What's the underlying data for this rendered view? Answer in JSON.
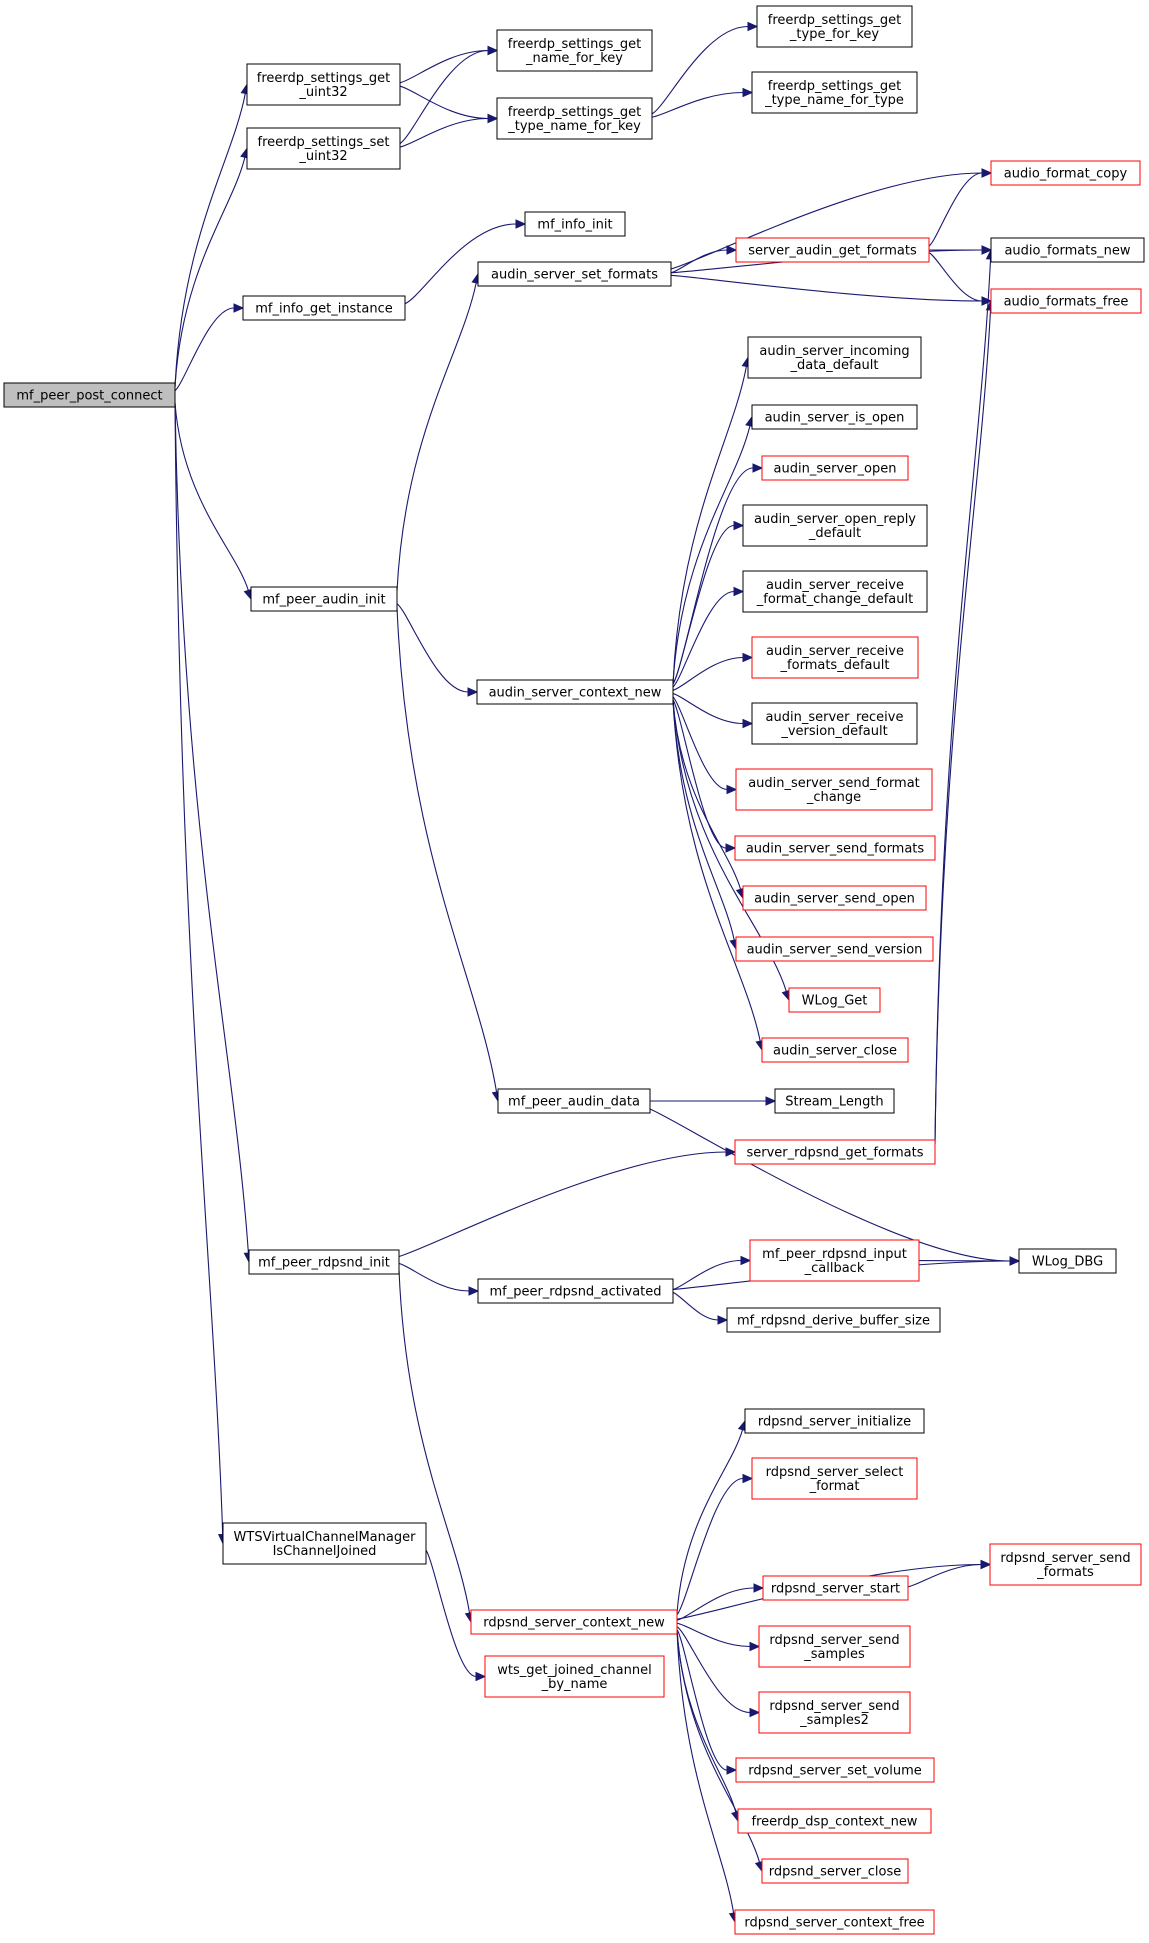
{
  "colors": {
    "edge": "#191970",
    "root_fill": "#bfbfbf",
    "normal_border": "#000000",
    "red_border": "#ff0000",
    "node_fill": "#ffffff"
  },
  "nodes": {
    "mf_peer_post_connect": {
      "lines": [
        "mf_peer_post_connect"
      ],
      "style": "root"
    },
    "freerdp_settings_get_uint32": {
      "lines": [
        "freerdp_settings_get",
        "_uint32"
      ],
      "style": "normal"
    },
    "freerdp_settings_set_uint32": {
      "lines": [
        "freerdp_settings_set",
        "_uint32"
      ],
      "style": "normal"
    },
    "freerdp_settings_get_name_for_key": {
      "lines": [
        "freerdp_settings_get",
        "_name_for_key"
      ],
      "style": "normal"
    },
    "freerdp_settings_get_type_name_for_key": {
      "lines": [
        "freerdp_settings_get",
        "_type_name_for_key"
      ],
      "style": "normal"
    },
    "freerdp_settings_get_type_for_key": {
      "lines": [
        "freerdp_settings_get",
        "_type_for_key"
      ],
      "style": "normal"
    },
    "freerdp_settings_get_type_name_for_type": {
      "lines": [
        "freerdp_settings_get",
        "_type_name_for_type"
      ],
      "style": "normal"
    },
    "mf_info_get_instance": {
      "lines": [
        "mf_info_get_instance"
      ],
      "style": "normal"
    },
    "mf_info_init": {
      "lines": [
        "mf_info_init"
      ],
      "style": "normal"
    },
    "audin_server_set_formats": {
      "lines": [
        "audin_server_set_formats"
      ],
      "style": "normal"
    },
    "server_audin_get_formats": {
      "lines": [
        "server_audin_get_formats"
      ],
      "style": "red"
    },
    "audio_format_copy": {
      "lines": [
        "audio_format_copy"
      ],
      "style": "red"
    },
    "audio_formats_new": {
      "lines": [
        "audio_formats_new"
      ],
      "style": "normal"
    },
    "audio_formats_free": {
      "lines": [
        "audio_formats_free"
      ],
      "style": "red"
    },
    "mf_peer_audin_init": {
      "lines": [
        "mf_peer_audin_init"
      ],
      "style": "normal"
    },
    "audin_server_context_new": {
      "lines": [
        "audin_server_context_new"
      ],
      "style": "normal"
    },
    "audin_server_incoming_data_default": {
      "lines": [
        "audin_server_incoming",
        "_data_default"
      ],
      "style": "normal"
    },
    "audin_server_is_open": {
      "lines": [
        "audin_server_is_open"
      ],
      "style": "normal"
    },
    "audin_server_open": {
      "lines": [
        "audin_server_open"
      ],
      "style": "red"
    },
    "audin_server_open_reply_default": {
      "lines": [
        "audin_server_open_reply",
        "_default"
      ],
      "style": "normal"
    },
    "audin_server_receive_format_change_default": {
      "lines": [
        "audin_server_receive",
        "_format_change_default"
      ],
      "style": "normal"
    },
    "audin_server_receive_formats_default": {
      "lines": [
        "audin_server_receive",
        "_formats_default"
      ],
      "style": "red"
    },
    "audin_server_receive_version_default": {
      "lines": [
        "audin_server_receive",
        "_version_default"
      ],
      "style": "normal"
    },
    "audin_server_send_format_change": {
      "lines": [
        "audin_server_send_format",
        "_change"
      ],
      "style": "red"
    },
    "audin_server_send_formats": {
      "lines": [
        "audin_server_send_formats"
      ],
      "style": "red"
    },
    "audin_server_send_open": {
      "lines": [
        "audin_server_send_open"
      ],
      "style": "red"
    },
    "audin_server_send_version": {
      "lines": [
        "audin_server_send_version"
      ],
      "style": "red"
    },
    "WLog_Get": {
      "lines": [
        "WLog_Get"
      ],
      "style": "red"
    },
    "audin_server_close": {
      "lines": [
        "audin_server_close"
      ],
      "style": "red"
    },
    "mf_peer_audin_data": {
      "lines": [
        "mf_peer_audin_data"
      ],
      "style": "normal"
    },
    "Stream_Length": {
      "lines": [
        "Stream_Length"
      ],
      "style": "normal"
    },
    "server_rdpsnd_get_formats": {
      "lines": [
        "server_rdpsnd_get_formats"
      ],
      "style": "red"
    },
    "WLog_DBG": {
      "lines": [
        "WLog_DBG"
      ],
      "style": "normal"
    },
    "mf_peer_rdpsnd_init": {
      "lines": [
        "mf_peer_rdpsnd_init"
      ],
      "style": "normal"
    },
    "mf_peer_rdpsnd_activated": {
      "lines": [
        "mf_peer_rdpsnd_activated"
      ],
      "style": "normal"
    },
    "mf_peer_rdpsnd_input_callback": {
      "lines": [
        "mf_peer_rdpsnd_input",
        "_callback"
      ],
      "style": "red"
    },
    "mf_rdpsnd_derive_buffer_size": {
      "lines": [
        "mf_rdpsnd_derive_buffer_size"
      ],
      "style": "normal"
    },
    "WTSVirtualChannelManagerIsChannelJoined": {
      "lines": [
        "WTSVirtualChannelManager",
        "IsChannelJoined"
      ],
      "style": "normal"
    },
    "wts_get_joined_channel_by_name": {
      "lines": [
        "wts_get_joined_channel",
        "_by_name"
      ],
      "style": "red"
    },
    "rdpsnd_server_context_new": {
      "lines": [
        "rdpsnd_server_context_new"
      ],
      "style": "red"
    },
    "rdpsnd_server_initialize": {
      "lines": [
        "rdpsnd_server_initialize"
      ],
      "style": "normal"
    },
    "rdpsnd_server_select_format": {
      "lines": [
        "rdpsnd_server_select",
        "_format"
      ],
      "style": "red"
    },
    "rdpsnd_server_send_formats": {
      "lines": [
        "rdpsnd_server_send",
        "_formats"
      ],
      "style": "red"
    },
    "rdpsnd_server_start": {
      "lines": [
        "rdpsnd_server_start"
      ],
      "style": "red"
    },
    "rdpsnd_server_send_samples": {
      "lines": [
        "rdpsnd_server_send",
        "_samples"
      ],
      "style": "red"
    },
    "rdpsnd_server_send_samples2": {
      "lines": [
        "rdpsnd_server_send",
        "_samples2"
      ],
      "style": "red"
    },
    "rdpsnd_server_set_volume": {
      "lines": [
        "rdpsnd_server_set_volume"
      ],
      "style": "red"
    },
    "freerdp_dsp_context_new": {
      "lines": [
        "freerdp_dsp_context_new"
      ],
      "style": "red"
    },
    "rdpsnd_server_close": {
      "lines": [
        "rdpsnd_server_close"
      ],
      "style": "red"
    },
    "rdpsnd_server_context_free": {
      "lines": [
        "rdpsnd_server_context_free"
      ],
      "style": "red"
    }
  },
  "edges": [
    [
      "mf_peer_post_connect",
      "freerdp_settings_get_uint32"
    ],
    [
      "mf_peer_post_connect",
      "freerdp_settings_set_uint32"
    ],
    [
      "mf_peer_post_connect",
      "mf_info_get_instance"
    ],
    [
      "mf_peer_post_connect",
      "mf_peer_audin_init"
    ],
    [
      "mf_peer_post_connect",
      "mf_peer_rdpsnd_init"
    ],
    [
      "mf_peer_post_connect",
      "WTSVirtualChannelManagerIsChannelJoined"
    ],
    [
      "freerdp_settings_get_uint32",
      "freerdp_settings_get_name_for_key"
    ],
    [
      "freerdp_settings_get_uint32",
      "freerdp_settings_get_type_name_for_key"
    ],
    [
      "freerdp_settings_set_uint32",
      "freerdp_settings_get_name_for_key"
    ],
    [
      "freerdp_settings_set_uint32",
      "freerdp_settings_get_type_name_for_key"
    ],
    [
      "freerdp_settings_get_type_name_for_key",
      "freerdp_settings_get_type_for_key"
    ],
    [
      "freerdp_settings_get_type_name_for_key",
      "freerdp_settings_get_type_name_for_type"
    ],
    [
      "mf_info_get_instance",
      "mf_info_init"
    ],
    [
      "mf_peer_audin_init",
      "audin_server_set_formats"
    ],
    [
      "mf_peer_audin_init",
      "audin_server_context_new"
    ],
    [
      "mf_peer_audin_init",
      "mf_peer_audin_data"
    ],
    [
      "audin_server_set_formats",
      "audio_format_copy"
    ],
    [
      "audin_server_set_formats",
      "audio_formats_new"
    ],
    [
      "audin_server_set_formats",
      "server_audin_get_formats"
    ],
    [
      "audin_server_set_formats",
      "audio_formats_free"
    ],
    [
      "server_audin_get_formats",
      "audio_format_copy"
    ],
    [
      "server_audin_get_formats",
      "audio_formats_new"
    ],
    [
      "server_audin_get_formats",
      "audio_formats_free"
    ],
    [
      "audin_server_context_new",
      "audin_server_incoming_data_default"
    ],
    [
      "audin_server_context_new",
      "audin_server_is_open"
    ],
    [
      "audin_server_context_new",
      "audin_server_open"
    ],
    [
      "audin_server_context_new",
      "audin_server_open_reply_default"
    ],
    [
      "audin_server_context_new",
      "audin_server_receive_format_change_default"
    ],
    [
      "audin_server_context_new",
      "audin_server_receive_formats_default"
    ],
    [
      "audin_server_context_new",
      "audin_server_receive_version_default"
    ],
    [
      "audin_server_context_new",
      "audin_server_send_format_change"
    ],
    [
      "audin_server_context_new",
      "audin_server_send_formats"
    ],
    [
      "audin_server_context_new",
      "audin_server_send_open"
    ],
    [
      "audin_server_context_new",
      "audin_server_send_version"
    ],
    [
      "audin_server_context_new",
      "WLog_Get"
    ],
    [
      "audin_server_context_new",
      "audin_server_close"
    ],
    [
      "mf_peer_audin_data",
      "Stream_Length"
    ],
    [
      "mf_peer_audin_data",
      "WLog_DBG"
    ],
    [
      "server_rdpsnd_get_formats",
      "audio_formats_new"
    ],
    [
      "server_rdpsnd_get_formats",
      "audio_formats_free"
    ],
    [
      "mf_peer_rdpsnd_init",
      "server_rdpsnd_get_formats"
    ],
    [
      "mf_peer_rdpsnd_init",
      "mf_peer_rdpsnd_activated"
    ],
    [
      "mf_peer_rdpsnd_init",
      "rdpsnd_server_context_new"
    ],
    [
      "mf_peer_rdpsnd_activated",
      "mf_peer_rdpsnd_input_callback"
    ],
    [
      "mf_peer_rdpsnd_activated",
      "mf_rdpsnd_derive_buffer_size"
    ],
    [
      "mf_peer_rdpsnd_activated",
      "WLog_DBG"
    ],
    [
      "mf_peer_rdpsnd_input_callback",
      "WLog_DBG"
    ],
    [
      "WTSVirtualChannelManagerIsChannelJoined",
      "wts_get_joined_channel_by_name"
    ],
    [
      "rdpsnd_server_context_new",
      "rdpsnd_server_initialize"
    ],
    [
      "rdpsnd_server_context_new",
      "rdpsnd_server_select_format"
    ],
    [
      "rdpsnd_server_context_new",
      "rdpsnd_server_send_formats"
    ],
    [
      "rdpsnd_server_context_new",
      "rdpsnd_server_start"
    ],
    [
      "rdpsnd_server_context_new",
      "rdpsnd_server_send_samples"
    ],
    [
      "rdpsnd_server_context_new",
      "rdpsnd_server_send_samples2"
    ],
    [
      "rdpsnd_server_context_new",
      "rdpsnd_server_set_volume"
    ],
    [
      "rdpsnd_server_context_new",
      "freerdp_dsp_context_new"
    ],
    [
      "rdpsnd_server_context_new",
      "rdpsnd_server_close"
    ],
    [
      "rdpsnd_server_context_new",
      "rdpsnd_server_context_free"
    ],
    [
      "rdpsnd_server_start",
      "rdpsnd_server_send_formats"
    ]
  ]
}
